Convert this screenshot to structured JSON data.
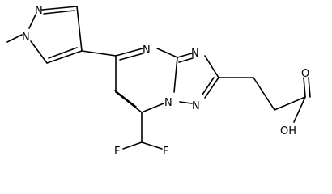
{
  "structure": {
    "atoms": {
      "n_pyrazole_top": "N",
      "n_pyrazole_methyl": "N",
      "n_pyrimidine": "N",
      "n_triazole_top": "N",
      "n_bridgehead": "N",
      "n_triazole_bottom": "N",
      "f_left": "F",
      "f_right": "F",
      "o_carbonyl": "O",
      "oh_hydroxyl": "OH"
    }
  },
  "colors": {
    "bond": "#000000",
    "label": "#000000",
    "background": "#ffffff"
  }
}
